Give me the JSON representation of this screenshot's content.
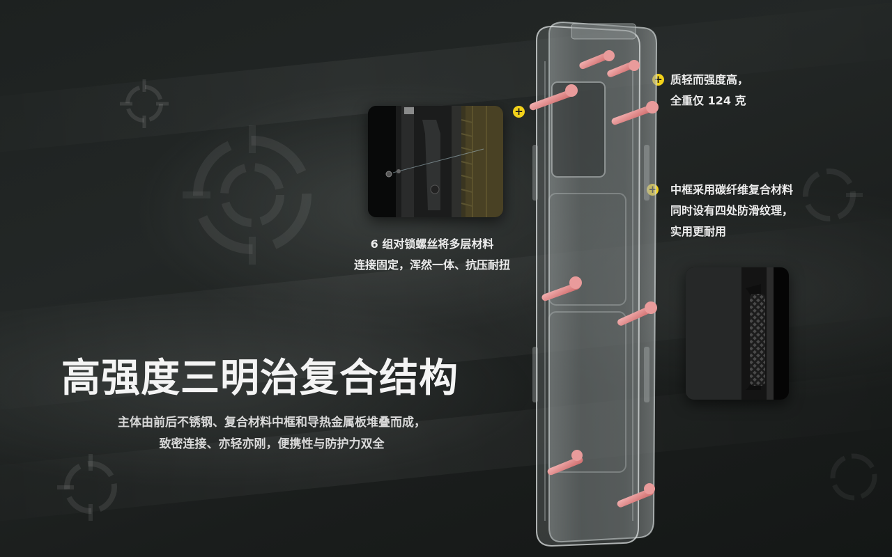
{
  "headline": "高强度三明治复合结构",
  "subtitle": {
    "line1": "主体由前后不锈钢、复合材料中框和导热金属板堆叠而成，",
    "line2": "致密连接、亦轻亦刚，便携性与防护力双全"
  },
  "callouts": {
    "screws": {
      "line1": "6 组对锁螺丝将多层材料",
      "line2": "连接固定，浑然一体、抗压耐扭"
    },
    "weight": {
      "line1": "质轻而强度高，",
      "line2": "全重仅 124 克"
    },
    "frame": {
      "line1": "中框采用碳纤维复合材料",
      "line2": "同时设有四处防滑纹理，",
      "line3": "实用更耐用"
    }
  },
  "icons": {
    "plus": "+",
    "plus_color": "#f3d21a",
    "screw_color": "#e28a8a"
  }
}
